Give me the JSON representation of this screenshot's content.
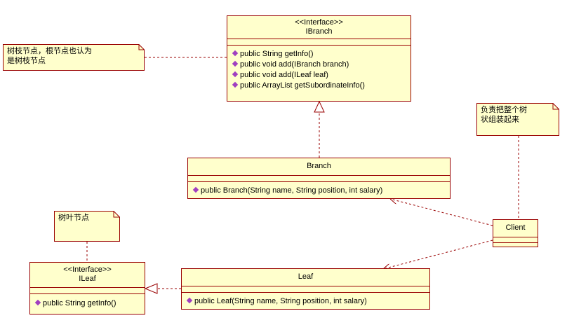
{
  "classes": {
    "ibranch": {
      "stereotype": "<<Interface>>",
      "name": "IBranch",
      "operations": [
        "public String getInfo()",
        "public void add(IBranch branch)",
        "public void add(ILeaf leaf)",
        "public ArrayList getSubordinateInfo()"
      ]
    },
    "branch": {
      "name": "Branch",
      "operations": [
        "public Branch(String name, String position, int salary)"
      ]
    },
    "client": {
      "name": "Client"
    },
    "ileaf": {
      "stereotype": "<<Interface>>",
      "name": "ILeaf",
      "operations": [
        "public String getInfo()"
      ]
    },
    "leaf": {
      "name": "Leaf",
      "operations": [
        "public Leaf(String name, String position, int salary)"
      ]
    }
  },
  "notes": {
    "branch_note": {
      "line1": "树枝节点，根节点也认为",
      "line2": "是树枝节点"
    },
    "client_note": {
      "line1": "负责把整个树",
      "line2": "状组装起来"
    },
    "leaf_note": {
      "line1": "树叶节点"
    }
  },
  "colors": {
    "class_fill": "#ffffcc",
    "class_border": "#990000",
    "operation_marker": "#a040c0"
  }
}
